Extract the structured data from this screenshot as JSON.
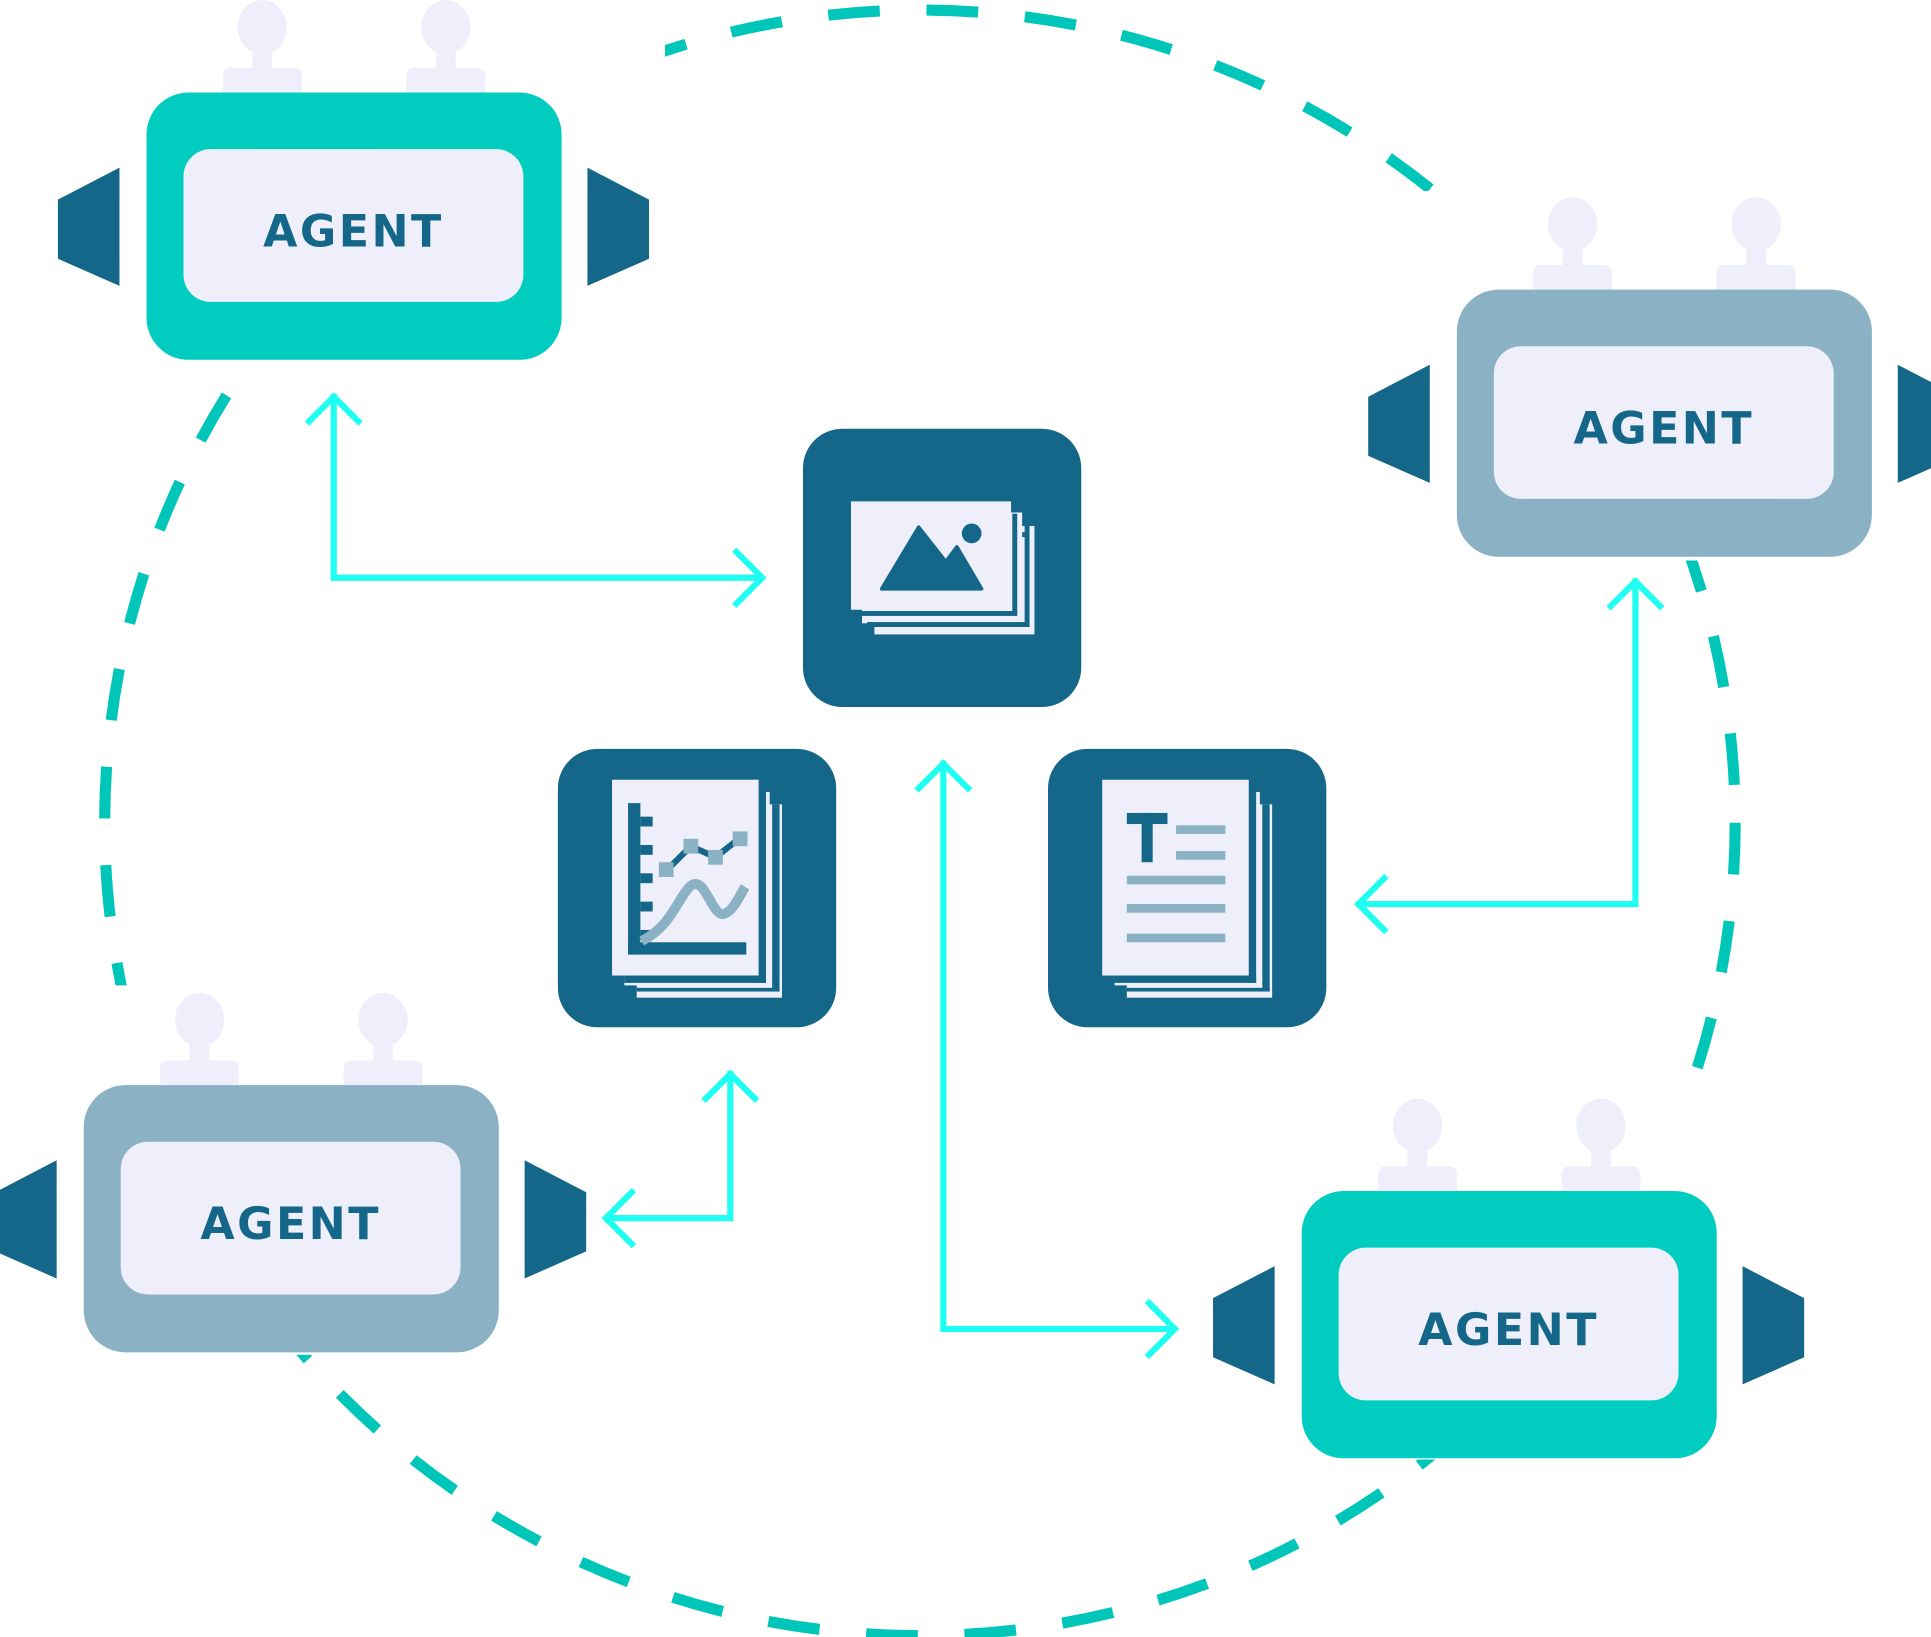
{
  "diagram": {
    "title": "",
    "colors": {
      "teal_agent": "#00CCC0",
      "gray_agent": "#8AB1C4",
      "screen": "#EEEFFA",
      "dark_blue": "#156789",
      "arrow": "#1EFFF2",
      "dashed_ring": "#00C6B9",
      "muted": "#8AB1C4"
    },
    "agents": [
      {
        "id": "agent-top-left",
        "label": "AGENT",
        "style": "teal"
      },
      {
        "id": "agent-top-right",
        "label": "AGENT",
        "style": "gray"
      },
      {
        "id": "agent-bottom-left",
        "label": "AGENT",
        "style": "gray"
      },
      {
        "id": "agent-bottom-right",
        "label": "AGENT",
        "style": "teal"
      }
    ],
    "resources": [
      {
        "id": "image-stack",
        "icon": "image-stack-icon"
      },
      {
        "id": "chart-documents",
        "icon": "chart-document-icon"
      },
      {
        "id": "text-documents",
        "icon": "text-document-icon"
      }
    ],
    "connections": [
      {
        "from": "agent-top-left",
        "to": "image-stack",
        "bidirectional": true
      },
      {
        "from": "agent-top-right",
        "to": "text-documents",
        "bidirectional": true
      },
      {
        "from": "agent-bottom-left",
        "to": "chart-documents",
        "bidirectional": true
      },
      {
        "from": "image-stack",
        "to": "agent-bottom-right",
        "bidirectional": true
      }
    ],
    "ring": {
      "style": "dashed",
      "connects": "all agents"
    }
  }
}
